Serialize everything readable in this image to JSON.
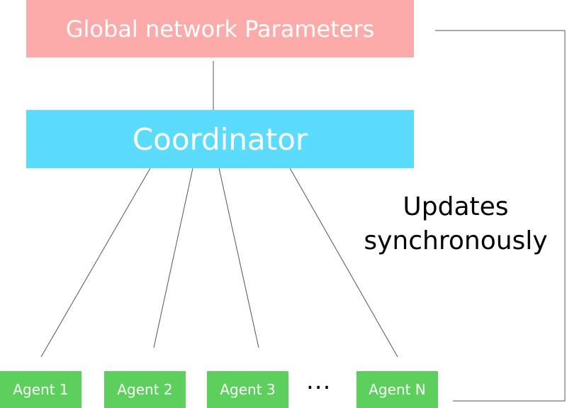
{
  "diagram": {
    "global_params_label": "Global network Parameters",
    "coordinator_label": "Coordinator",
    "agents": [
      "Agent 1",
      "Agent 2",
      "Agent 3",
      "Agent N"
    ],
    "ellipsis": "...",
    "feedback_label_line1": "Updates",
    "feedback_label_line2": "synchronously"
  },
  "colors": {
    "global_params": "#fcaaaa",
    "coordinator": "#5cdcfc",
    "agent": "#5ccf5c",
    "box_text": "#ffffff",
    "line": "#555555"
  }
}
